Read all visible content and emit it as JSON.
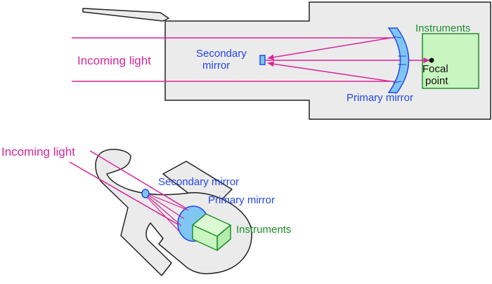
{
  "top": {
    "incoming_light": "Incoming light",
    "secondary_mirror_line1": "Secondary",
    "secondary_mirror_line2": "mirror",
    "instruments": "Instruments",
    "focal_point_line1": "Focal",
    "focal_point_line2": "point",
    "primary_mirror": "Primary mirror"
  },
  "bottom": {
    "incoming_light": "Incoming light",
    "secondary_mirror": "Secondary mirror",
    "primary_mirror": "Primary mirror",
    "instruments": "Instruments"
  },
  "colors": {
    "light_rays": "#d6259a",
    "mirror_labels": "#2446e8",
    "instruments_label": "#1d8f2a",
    "body_fill": "#ebebeb",
    "mirror_fill": "#7fc7f2",
    "instrument_fill": "#c9f5c0"
  }
}
